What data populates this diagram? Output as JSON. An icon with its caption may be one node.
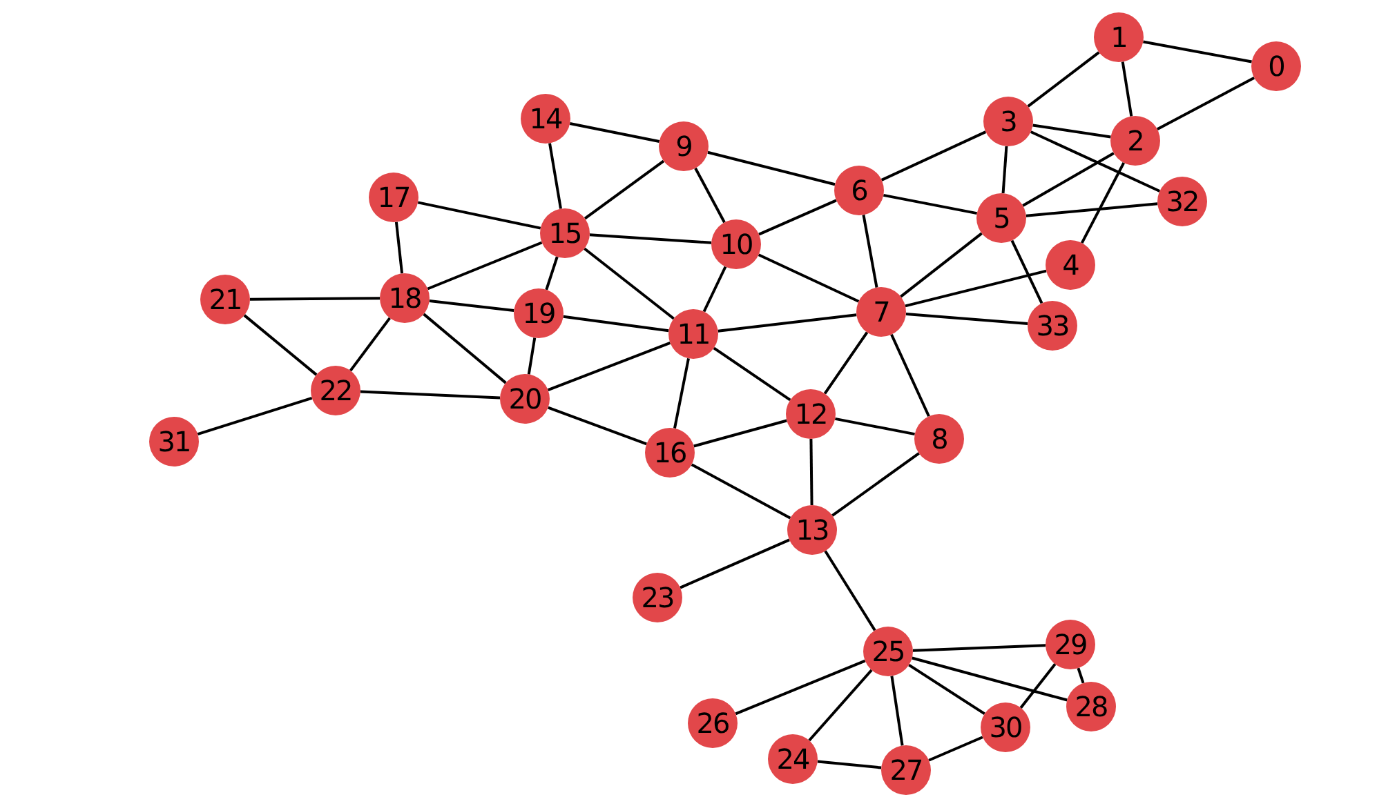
{
  "diagram": {
    "nodes": [
      {
        "text": [
          "0"
        ]
      },
      {
        "text": [
          "1"
        ]
      },
      {
        "text": [
          "2"
        ]
      },
      {
        "text": [
          "3"
        ]
      },
      {
        "text": [
          "4"
        ]
      },
      {
        "text": [
          "5"
        ]
      },
      {
        "text": [
          "6"
        ]
      },
      {
        "text": [
          "7"
        ]
      },
      {
        "text": [
          "8"
        ]
      },
      {
        "text": [
          "9"
        ]
      },
      {
        "text": [
          "10"
        ]
      },
      {
        "text": [
          "11"
        ]
      },
      {
        "text": [
          "12"
        ]
      },
      {
        "text": [
          "13"
        ]
      },
      {
        "text": [
          "14"
        ]
      },
      {
        "text": [
          "15"
        ]
      },
      {
        "text": [
          "16"
        ]
      },
      {
        "text": [
          "17"
        ]
      },
      {
        "text": [
          "18"
        ]
      },
      {
        "text": [
          "19"
        ]
      },
      {
        "text": [
          "20"
        ]
      },
      {
        "text": [
          "21"
        ]
      },
      {
        "text": [
          "22"
        ]
      },
      {
        "text": [
          "23"
        ]
      },
      {
        "text": [
          "24"
        ]
      },
      {
        "text": [
          "25"
        ]
      },
      {
        "text": [
          "26"
        ]
      },
      {
        "text": [
          "27"
        ]
      },
      {
        "text": [
          "28"
        ]
      },
      {
        "text": [
          "29"
        ]
      },
      {
        "text": [
          "30"
        ]
      },
      {
        "text": [
          "31"
        ]
      },
      {
        "text": [
          "32"
        ]
      },
      {
        "text": [
          "33"
        ]
      }
    ],
    "edges": [
      {
        "from": 1,
        "to": 0,
        "arrow": "none"
      },
      {
        "from": 1,
        "to": 3,
        "arrow": "none"
      },
      {
        "from": 1,
        "to": 2,
        "arrow": "none"
      },
      {
        "from": 0,
        "to": 2,
        "arrow": "none"
      },
      {
        "from": 3,
        "to": 2,
        "arrow": "none"
      },
      {
        "from": 3,
        "to": 6,
        "arrow": "none"
      },
      {
        "from": 3,
        "to": 5,
        "arrow": "none"
      },
      {
        "from": 3,
        "to": 32,
        "arrow": "none"
      },
      {
        "from": 2,
        "to": 5,
        "arrow": "none"
      },
      {
        "from": 2,
        "to": 4,
        "arrow": "none"
      },
      {
        "from": 5,
        "to": 32,
        "arrow": "none"
      },
      {
        "from": 5,
        "to": 6,
        "arrow": "none"
      },
      {
        "from": 5,
        "to": 7,
        "arrow": "none"
      },
      {
        "from": 5,
        "to": 33,
        "arrow": "none"
      },
      {
        "from": 4,
        "to": 7,
        "arrow": "none"
      },
      {
        "from": 6,
        "to": 10,
        "arrow": "none"
      },
      {
        "from": 6,
        "to": 7,
        "arrow": "none"
      },
      {
        "from": 6,
        "to": 9,
        "arrow": "none"
      },
      {
        "from": 7,
        "to": 10,
        "arrow": "none"
      },
      {
        "from": 7,
        "to": 11,
        "arrow": "none"
      },
      {
        "from": 7,
        "to": 12,
        "arrow": "none"
      },
      {
        "from": 7,
        "to": 8,
        "arrow": "none"
      },
      {
        "from": 7,
        "to": 33,
        "arrow": "none"
      },
      {
        "from": 9,
        "to": 14,
        "arrow": "none"
      },
      {
        "from": 9,
        "to": 15,
        "arrow": "none"
      },
      {
        "from": 9,
        "to": 10,
        "arrow": "none"
      },
      {
        "from": 14,
        "to": 15,
        "arrow": "none"
      },
      {
        "from": 15,
        "to": 10,
        "arrow": "none"
      },
      {
        "from": 15,
        "to": 17,
        "arrow": "none"
      },
      {
        "from": 15,
        "to": 18,
        "arrow": "none"
      },
      {
        "from": 15,
        "to": 19,
        "arrow": "none"
      },
      {
        "from": 15,
        "to": 11,
        "arrow": "none"
      },
      {
        "from": 10,
        "to": 11,
        "arrow": "none"
      },
      {
        "from": 17,
        "to": 18,
        "arrow": "none"
      },
      {
        "from": 18,
        "to": 21,
        "arrow": "none"
      },
      {
        "from": 18,
        "to": 22,
        "arrow": "none"
      },
      {
        "from": 18,
        "to": 19,
        "arrow": "none"
      },
      {
        "from": 18,
        "to": 20,
        "arrow": "none"
      },
      {
        "from": 19,
        "to": 11,
        "arrow": "none"
      },
      {
        "from": 19,
        "to": 20,
        "arrow": "none"
      },
      {
        "from": 21,
        "to": 22,
        "arrow": "none"
      },
      {
        "from": 22,
        "to": 20,
        "arrow": "none"
      },
      {
        "from": 22,
        "to": 31,
        "arrow": "none"
      },
      {
        "from": 20,
        "to": 11,
        "arrow": "none"
      },
      {
        "from": 20,
        "to": 16,
        "arrow": "none"
      },
      {
        "from": 11,
        "to": 16,
        "arrow": "none"
      },
      {
        "from": 11,
        "to": 12,
        "arrow": "none"
      },
      {
        "from": 12,
        "to": 16,
        "arrow": "none"
      },
      {
        "from": 12,
        "to": 8,
        "arrow": "none"
      },
      {
        "from": 12,
        "to": 13,
        "arrow": "none"
      },
      {
        "from": 16,
        "to": 13,
        "arrow": "none"
      },
      {
        "from": 13,
        "to": 8,
        "arrow": "none"
      },
      {
        "from": 13,
        "to": 23,
        "arrow": "none"
      },
      {
        "from": 13,
        "to": 25,
        "arrow": "none"
      },
      {
        "from": 25,
        "to": 26,
        "arrow": "none"
      },
      {
        "from": 25,
        "to": 24,
        "arrow": "none"
      },
      {
        "from": 25,
        "to": 27,
        "arrow": "none"
      },
      {
        "from": 25,
        "to": 29,
        "arrow": "none"
      },
      {
        "from": 25,
        "to": 28,
        "arrow": "none"
      },
      {
        "from": 25,
        "to": 30,
        "arrow": "none"
      },
      {
        "from": 29,
        "to": 28,
        "arrow": "none"
      },
      {
        "from": 29,
        "to": 30,
        "arrow": "none"
      },
      {
        "from": 24,
        "to": 27,
        "arrow": "none"
      },
      {
        "from": 27,
        "to": 30,
        "arrow": "none"
      }
    ]
  }
}
